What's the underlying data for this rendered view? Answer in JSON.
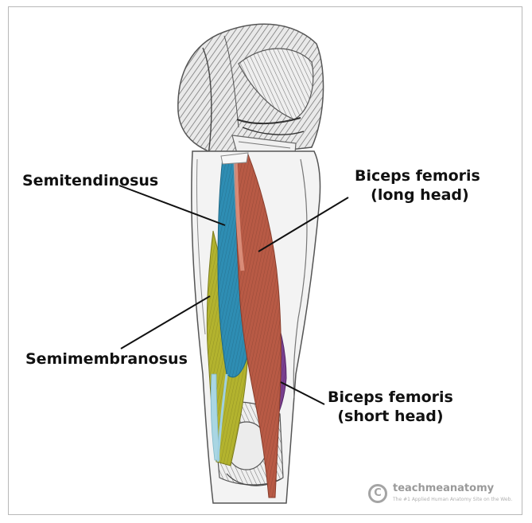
{
  "labels": {
    "semitendinosus": "Semitendinosus",
    "biceps_long_line1": "Biceps femoris",
    "biceps_long_line2": "(long head)",
    "semimembranosus": "Semimembranosus",
    "biceps_short_line1": "Biceps femoris",
    "biceps_short_line2": "(short head)"
  },
  "watermark": {
    "logo_glyph": "C",
    "name": "teachmeanatomy",
    "tagline": "The #1 Applied Human Anatomy Site on the Web."
  },
  "colors": {
    "semitendinosus": "#2e8db3",
    "semimembranosus": "#b3b32e",
    "biceps_long_head": "#b85a45",
    "biceps_short_head": "#7a3f8f",
    "gracilis_strip": "#a9d6e3",
    "leader_line": "#111111"
  }
}
